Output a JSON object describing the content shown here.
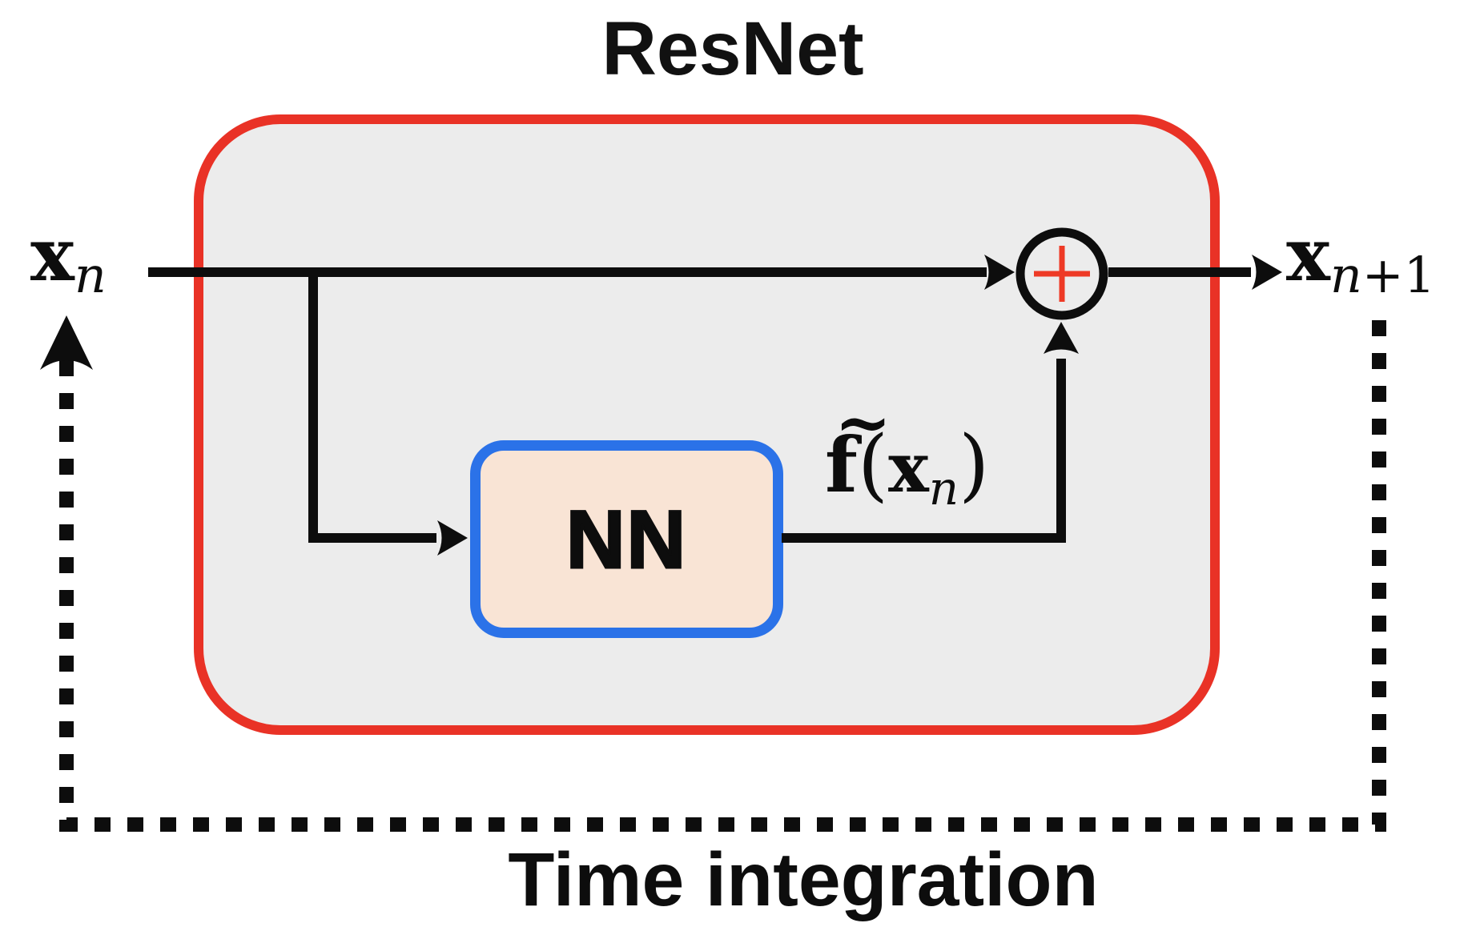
{
  "title": "ResNet",
  "colors": {
    "background": "#ffffff",
    "resnet_block_border": "#e93226",
    "resnet_block_fill": "#ececec",
    "nn_box_border": "#2b72e8",
    "nn_box_fill": "#f9e4d5",
    "plus_sign": "#ee3a26",
    "lines_and_text": "#0d0d0d"
  },
  "labels": {
    "input": {
      "base": "x",
      "sub": "n"
    },
    "output": {
      "base": "x",
      "sub_italic": "n",
      "sub_rest": "+1"
    },
    "nn": "NN",
    "nn_output": {
      "tilde": "~",
      "f": "f",
      "open": "(",
      "arg": "x",
      "sub": "n",
      "close": ")"
    },
    "feedback": "Time integration"
  }
}
